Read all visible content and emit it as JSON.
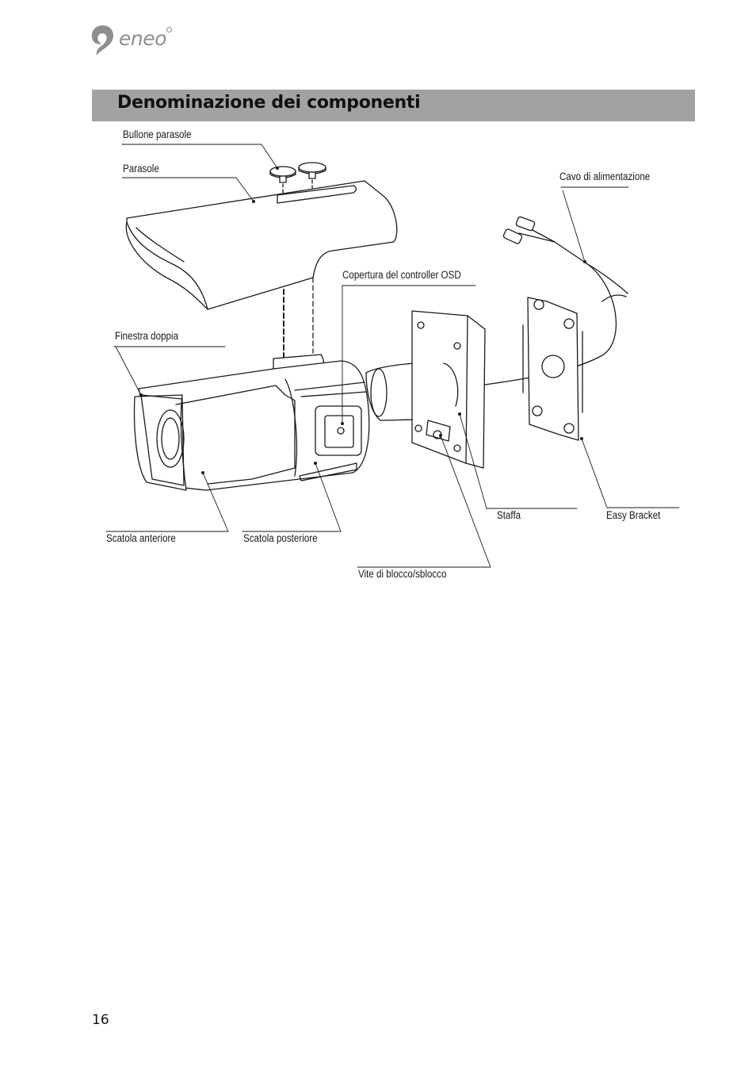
{
  "brand": {
    "logo_text": "eneo",
    "logo_icon": "eneo-swirl-icon"
  },
  "section": {
    "title": "Denominazione dei componenti"
  },
  "diagram": {
    "labels": {
      "bullone_parasole": "Bullone parasole",
      "parasole": "Parasole",
      "cavo_alimentazione": "Cavo di alimentazione",
      "copertura_osd": "Copertura del controller OSD",
      "finestra_doppia": "Finestra doppia",
      "staffa": "Staffa",
      "easy_bracket": "Easy Bracket",
      "scatola_anteriore": "Scatola anteriore",
      "scatola_posteriore": "Scatola posteriore",
      "vite_blocco": "Vite di blocco/sblocco"
    }
  },
  "footer": {
    "page_number": "16"
  },
  "colors": {
    "title_bar": "#a2a2a2",
    "logo_gray": "#8e8e8e",
    "line": "#1a1a1a"
  }
}
